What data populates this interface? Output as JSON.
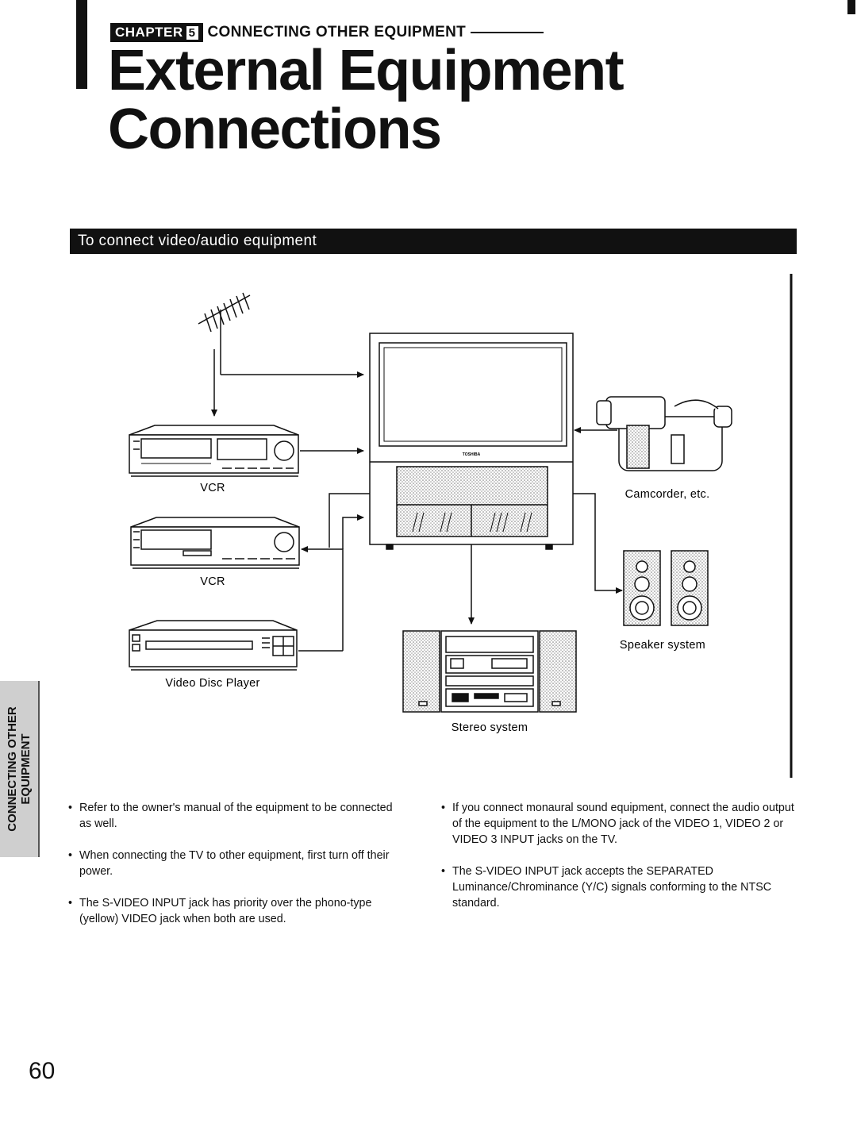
{
  "chapter": {
    "badge": "CHAPTER",
    "number": "5",
    "title": "CONNECTING OTHER EQUIPMENT"
  },
  "title": {
    "line1": "External Equipment",
    "line2": "Connections"
  },
  "section_heading": "To connect video/audio equipment",
  "diagram": {
    "tv_brand": "TOSHIBA",
    "labels": {
      "vcr1": "VCR",
      "vcr2": "VCR",
      "video_disc_player": "Video Disc Player",
      "camcorder": "Camcorder, etc.",
      "speaker_system": "Speaker system",
      "stereo_system": "Stereo system"
    }
  },
  "side_tab": {
    "line1": "CONNECTING OTHER",
    "line2": "EQUIPMENT"
  },
  "notes": {
    "left": [
      "Refer to the owner's manual of the equipment to be connected as well.",
      "When connecting the TV to other equipment, first turn off their power.",
      "The S-VIDEO INPUT jack has priority over the phono-type (yellow) VIDEO jack when both are used."
    ],
    "right": [
      "If you connect monaural sound equipment, connect the audio output of the equipment to the L/MONO jack of the VIDEO 1, VIDEO 2 or VIDEO 3 INPUT jacks on the TV.",
      "The S-VIDEO INPUT jack accepts the SEPARATED Luminance/Chrominance (Y/C) signals conforming to the NTSC standard."
    ]
  },
  "page_number": "60"
}
